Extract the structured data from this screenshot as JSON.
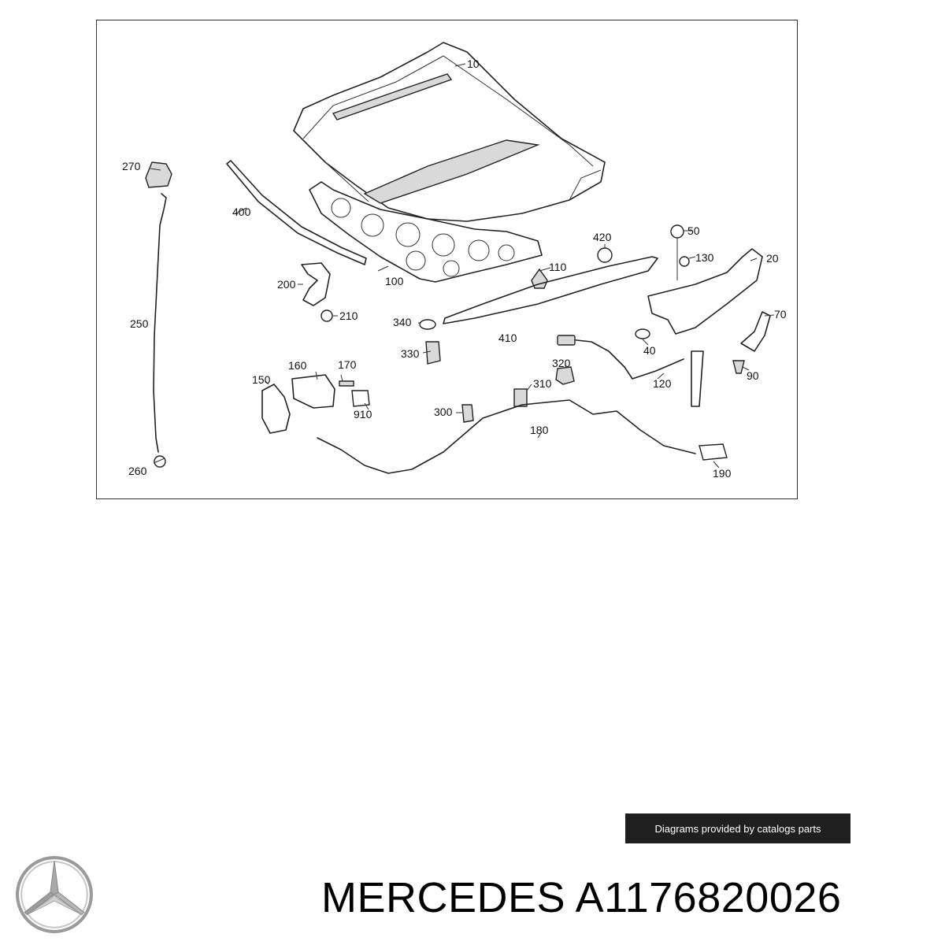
{
  "diagram": {
    "callouts": [
      "10",
      "270",
      "400",
      "100",
      "420",
      "50",
      "130",
      "20",
      "200",
      "110",
      "210",
      "340",
      "70",
      "250",
      "410",
      "330",
      "40",
      "160",
      "170",
      "320",
      "150",
      "120",
      "90",
      "310",
      "910",
      "300",
      "180",
      "260",
      "190"
    ]
  },
  "credit": {
    "text": "Diagrams provided by catalogs parts"
  },
  "brand": {
    "logo_icon": "mercedes-star-icon",
    "name": "MERCEDES",
    "part_number": "A1176820026"
  },
  "colors": {
    "badge_bg": "#1f1f1f",
    "badge_text": "#ffffff",
    "line": "#222222"
  }
}
